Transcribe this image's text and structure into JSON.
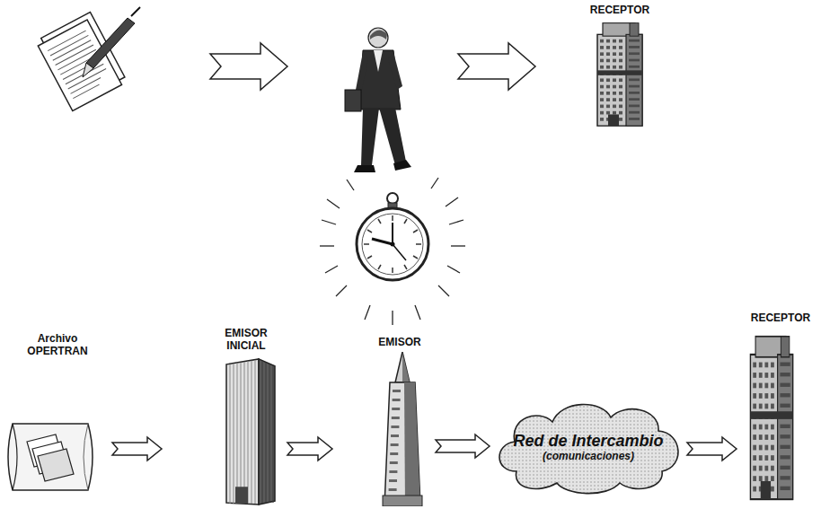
{
  "diagram": {
    "nodes": [
      {
        "text": [
          "RECEPTOR"
        ]
      },
      {
        "text": [
          "Archivo OPERTRAN"
        ]
      },
      {
        "text": [
          "EMISOR INICIAL"
        ]
      },
      {
        "text": [
          "EMISOR"
        ]
      },
      {
        "text": [
          "Red de Intercambio",
          "(comunicaciones)"
        ]
      },
      {
        "text": [
          "RECEPTOR"
        ]
      }
    ],
    "edges": [
      {
        "from": 1,
        "to": 2,
        "arrow": "to"
      },
      {
        "from": 2,
        "to": 3,
        "arrow": "to"
      },
      {
        "from": 3,
        "to": 4,
        "arrow": "to"
      },
      {
        "from": 4,
        "to": 5,
        "arrow": "to"
      }
    ]
  }
}
